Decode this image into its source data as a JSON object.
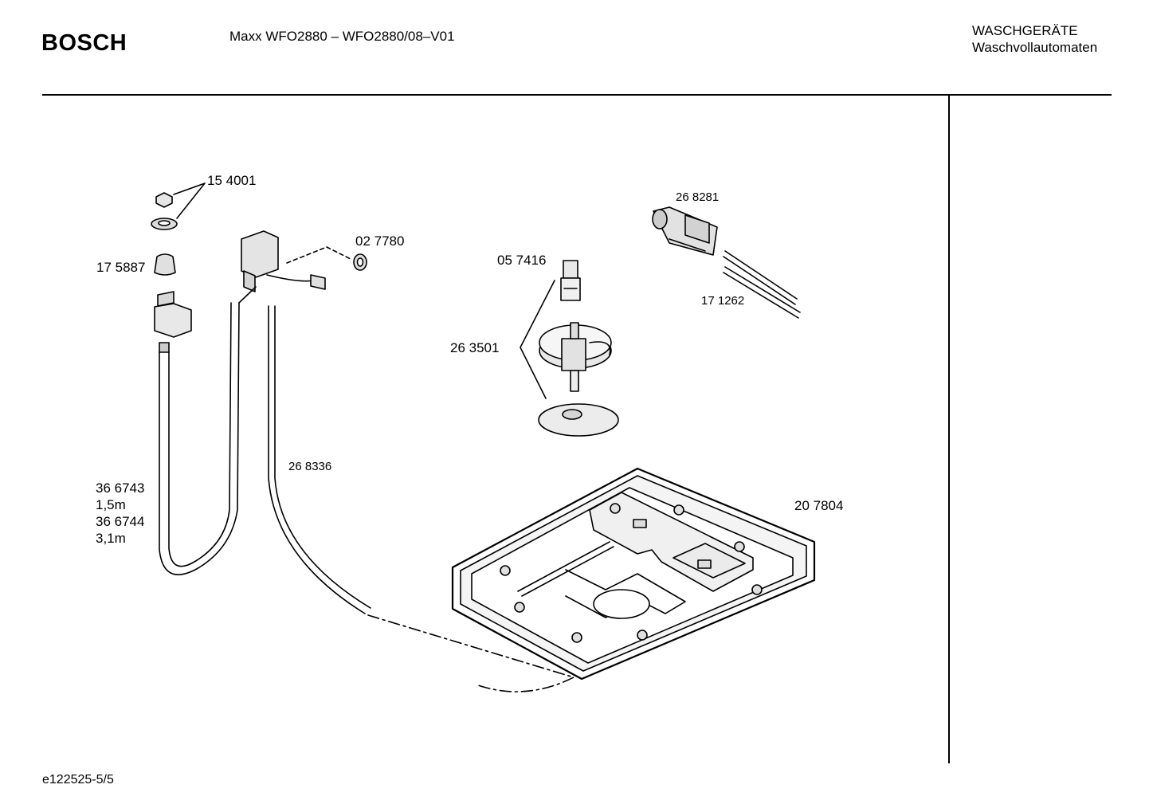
{
  "header": {
    "brand": "BOSCH",
    "model": "Maxx WFO2880 – WFO2880/08–V01",
    "category_line1": "WASCHGERÄTE",
    "category_line2": "Waschvollautomaten"
  },
  "footer": {
    "doc_id": "e122525-5/5"
  },
  "parts": {
    "p154001": "15 4001",
    "p175887": "17 5887",
    "p027780": "02 7780",
    "p057416": "05 7416",
    "p268281": "26 8281",
    "p171262": "17 1262",
    "p263501": "26 3501",
    "p268336": "26 8336",
    "p366743": "36 6743",
    "len1": "1,5m",
    "p366744": "36 6744",
    "len2": "3,1m",
    "p207804": "20 7804"
  }
}
